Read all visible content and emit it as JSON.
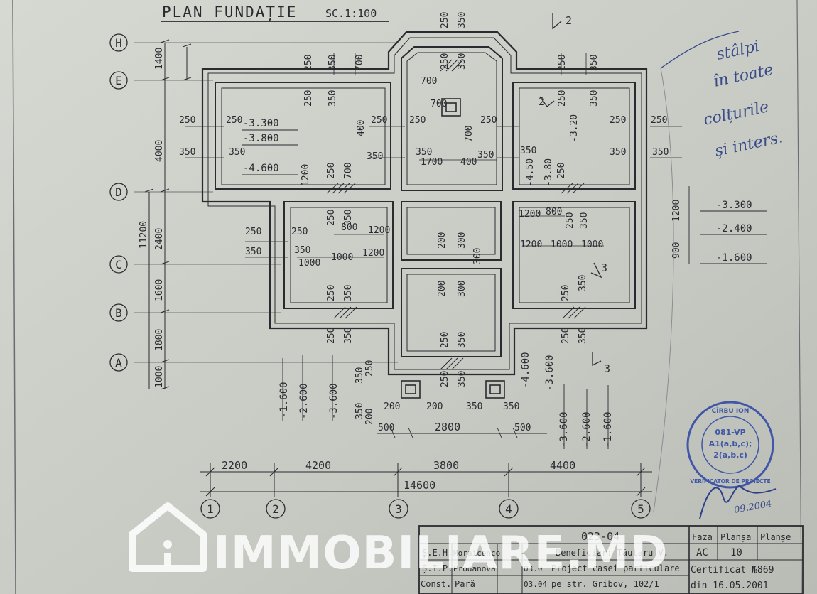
{
  "sheet": {
    "title": "PLAN FUNDAȚIE",
    "scale": "SC.1:100"
  },
  "axes": {
    "rows": [
      "H",
      "E",
      "D",
      "C",
      "B",
      "A"
    ],
    "cols": [
      "1",
      "2",
      "3",
      "4",
      "5"
    ],
    "left_dims": [
      "1400",
      "4000",
      "11200",
      "2400",
      "1600",
      "1800",
      "1000"
    ],
    "bottom_dims": [
      "2200",
      "4200",
      "3800",
      "4400"
    ],
    "total": "14600",
    "sub_dims": [
      "500",
      "2800",
      "500"
    ]
  },
  "section_marks": [
    "2",
    "2",
    "3",
    "3"
  ],
  "dims": {
    "d250": "250",
    "d350": "350",
    "d700": "700",
    "d400": "400",
    "d1700": "1700",
    "d1200": "1200",
    "d800": "800",
    "d1000": "1000",
    "d200": "200",
    "d300": "300",
    "d900": "900",
    "d1200b": "1200"
  },
  "levels": {
    "l3300": "-3.300",
    "l3800": "-3.800",
    "l4600": "-4.600",
    "l4600b": "-4.600",
    "l3800v": "-3.80",
    "l4500": "-4.50",
    "l3200": "-3.20",
    "l1600": "-1.600",
    "l2600": "-2.600",
    "l3600": "-3.600",
    "l3300r": "-3.300",
    "l2400r": "-2.400",
    "l1600r": "-1.600",
    "l4600c": "-4.600",
    "l3600c": "-3.600",
    "l3600b": "-3.600",
    "l2600b": "-2.600",
    "l1600b": "-1.600"
  },
  "handwritten_note": [
    "stâlpi",
    "în toate",
    "colțurile",
    "și inters."
  ],
  "title_block": {
    "rows": [
      {
        "role": "Ș.E.H.",
        "name": "Moraicenco"
      },
      {
        "role": "Ș.I.P.",
        "name": "Prodanova"
      },
      {
        "role": "Const.",
        "name": "Pară"
      }
    ],
    "dates": [
      "03.0",
      "03.04"
    ],
    "project_no": "023-04",
    "beneficiar": "Beneficiar: Tăutaru V.",
    "project": "Project casei particulare",
    "address": "pe str. Gribov, 102/1",
    "headers": [
      "Faza",
      "Planșa",
      "Planșe"
    ],
    "values": [
      "AC",
      "10",
      ""
    ],
    "certificat": "Certificat №869",
    "din": "din 16.05.2001"
  },
  "stamp": {
    "name": "CÎRBU ION",
    "line1": "081-VP",
    "line2": "A1(a,b,c);",
    "line3": "2(a,b,c)",
    "ring": "VERIFICATOR DE PROIECTE",
    "signature_date": "09.2004"
  },
  "watermark": {
    "text": "IMMOBILIARE.MD"
  },
  "colors": {
    "paper": "#c9ccc6",
    "ink": "#2a2b31",
    "stamp": "#4057a8",
    "pen": "#3a4c8a"
  }
}
